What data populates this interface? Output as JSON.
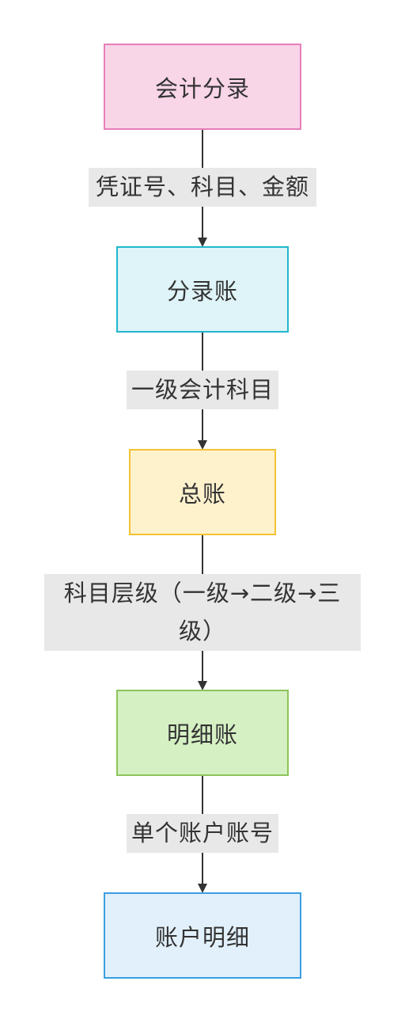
{
  "nodes": [
    {
      "label": "会计分录",
      "fill": "#f9d5e8",
      "border": "#e77fb9"
    },
    {
      "label": "分录账",
      "fill": "#dff4f8",
      "border": "#21b6cf"
    },
    {
      "label": "总账",
      "fill": "#fef2cd",
      "border": "#f3c333"
    },
    {
      "label": "明细账",
      "fill": "#d5f0c3",
      "border": "#8cc45a"
    },
    {
      "label": "账户明细",
      "fill": "#e1f0fb",
      "border": "#3a9ee0"
    }
  ],
  "edges": [
    {
      "label": "凭证号、科目、金额"
    },
    {
      "label": "一级会计科目"
    },
    {
      "label": "科目层级（一级→二级→三级）"
    },
    {
      "label": "单个账户账号"
    }
  ],
  "colors": {
    "line": "#333333",
    "label_bg": "#e8e8e8"
  }
}
